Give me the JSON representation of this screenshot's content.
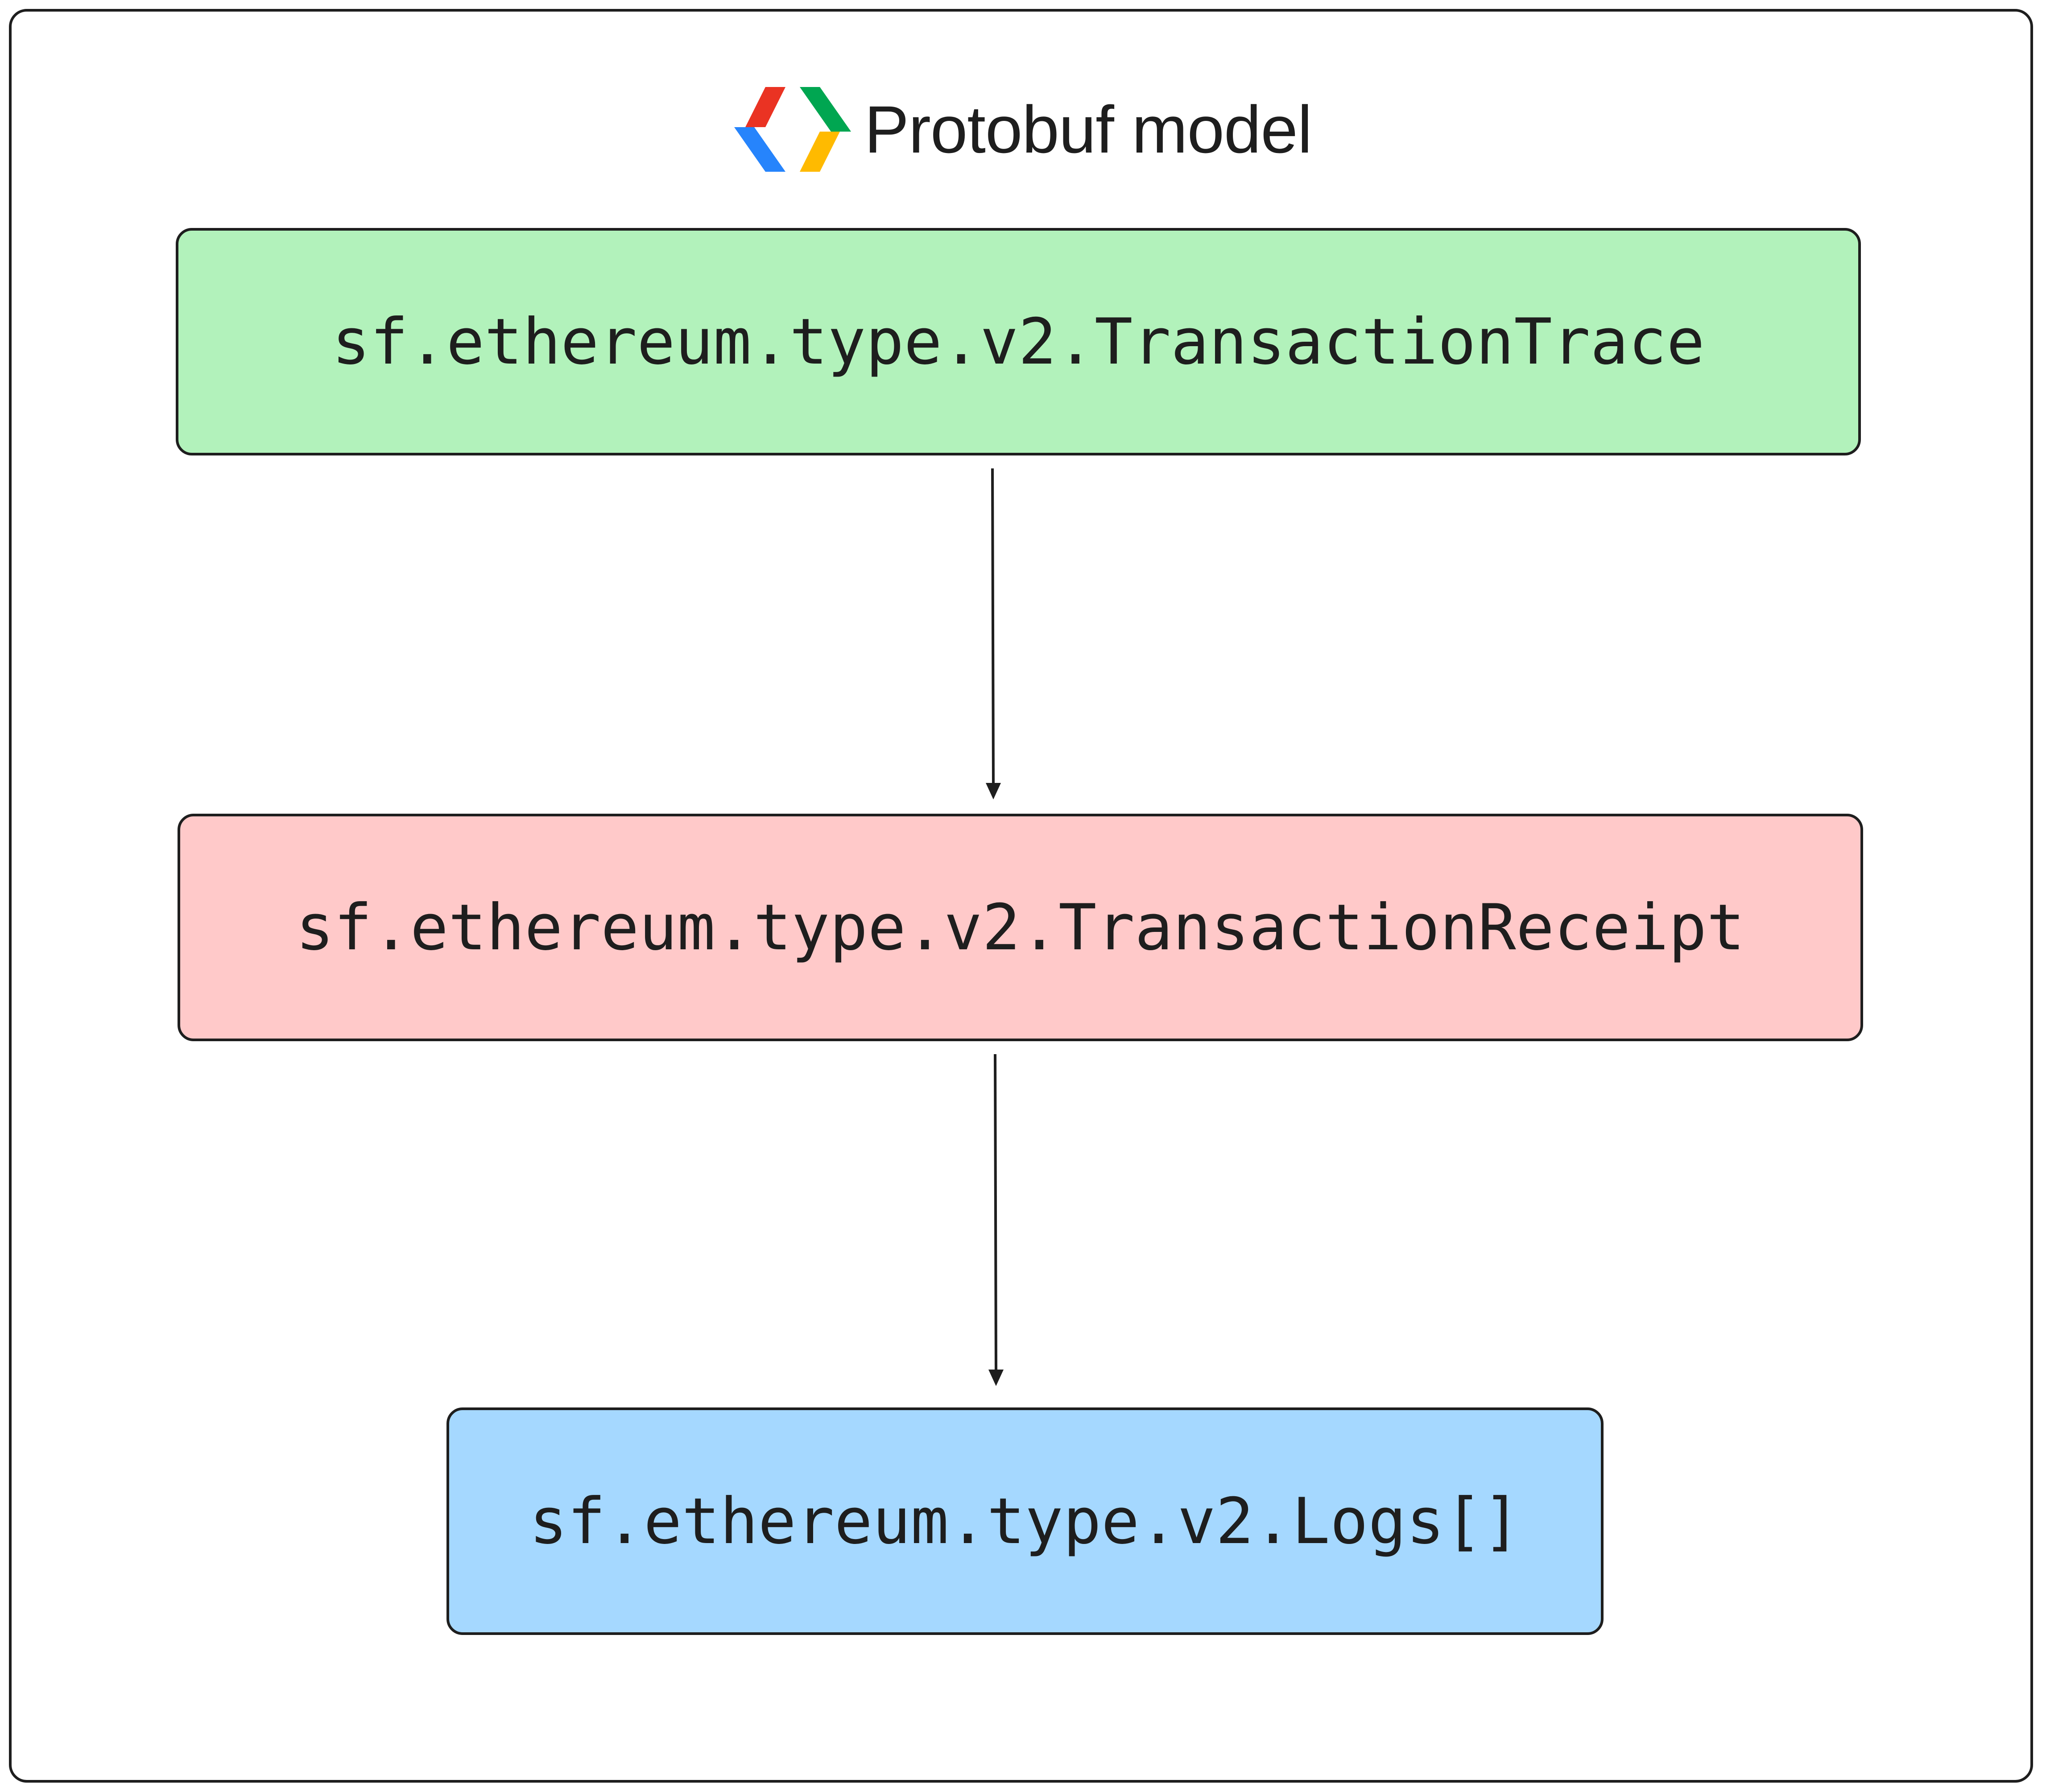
{
  "header": {
    "title": "Protobuf model",
    "logo_icon": "protobuf-logo-icon",
    "logo_colors": {
      "red": "#ea3323",
      "blue": "#2684fc",
      "green": "#00a651",
      "yellow": "#ffba00"
    }
  },
  "nodes": [
    {
      "label": "sf.ethereum.type.v2.TransactionTrace",
      "fill": "#b2f2bb"
    },
    {
      "label": "sf.ethereum.type.v2.TransactionReceipt",
      "fill": "#ffc9c9"
    },
    {
      "label": "sf.ethereum.type.v2.Logs[]",
      "fill": "#a5d8ff"
    }
  ],
  "edges": [
    {
      "from": "sf.ethereum.type.v2.TransactionTrace",
      "to": "sf.ethereum.type.v2.TransactionReceipt"
    },
    {
      "from": "sf.ethereum.type.v2.TransactionReceipt",
      "to": "sf.ethereum.type.v2.Logs[]"
    }
  ],
  "colors": {
    "stroke": "#1e1e1e",
    "background": "#ffffff"
  }
}
